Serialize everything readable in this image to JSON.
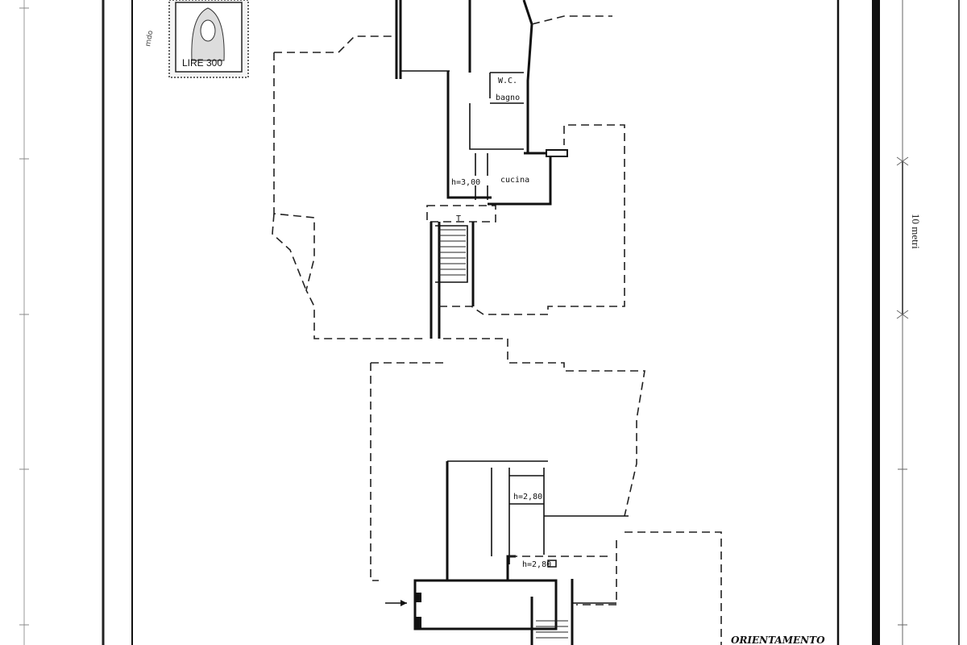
{
  "stamp": {
    "value_label": "LIRE 300"
  },
  "rooms": {
    "wc": "W.C.",
    "bagno": "bagno",
    "cucina": "cucina",
    "height_upper": "h=3,00",
    "height_lower_1": "h=2,80",
    "height_lower_2": "h=2,80",
    "stair_mark": "T"
  },
  "scale_bar": {
    "label": "10 metri"
  },
  "orientation": {
    "label": "ORIENTAMENTO"
  }
}
